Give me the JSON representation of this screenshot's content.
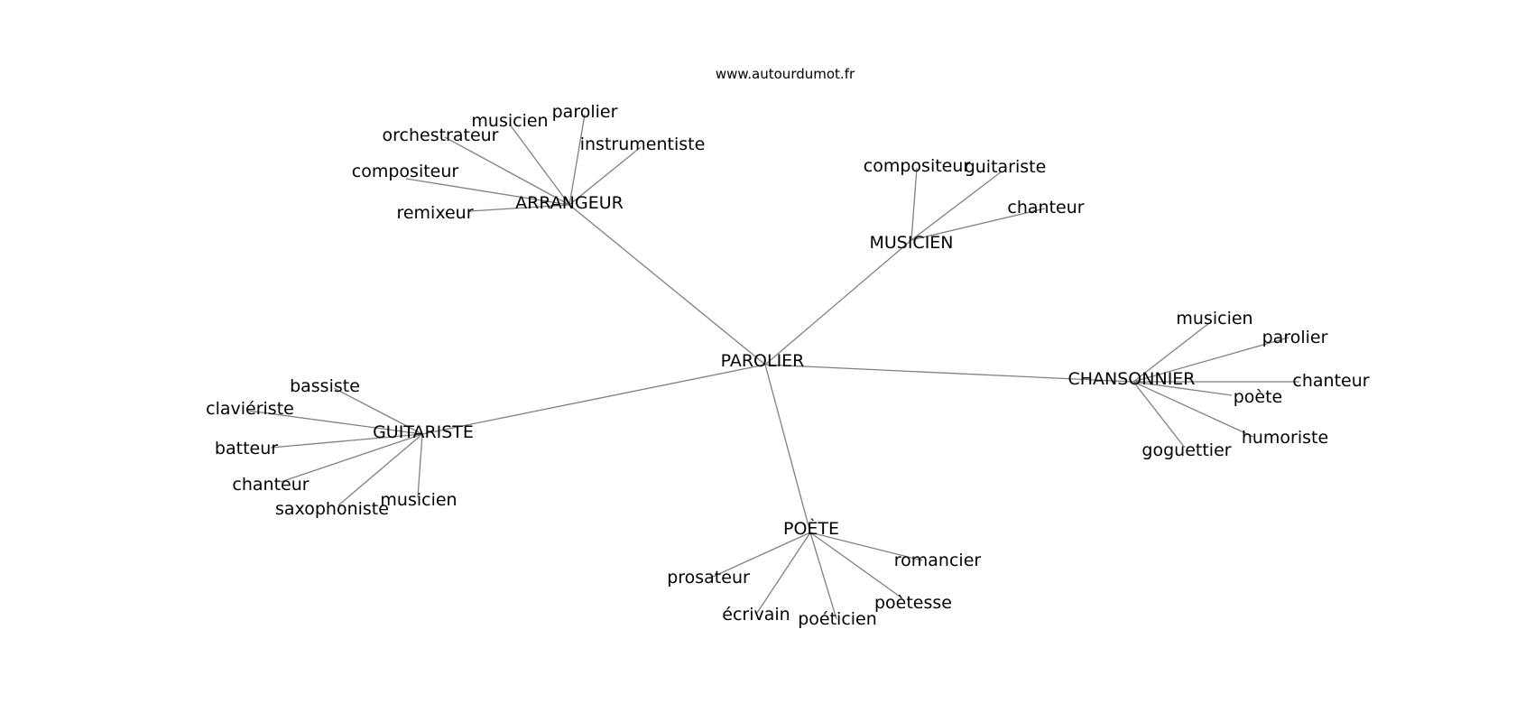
{
  "source": "www.autourdumot.fr",
  "center": "PAROLIER",
  "hubs": [
    {
      "label": "ARRANGEUR",
      "leaves": [
        "musicien",
        "parolier",
        "instrumentiste",
        "orchestrateur",
        "compositeur",
        "remixeur"
      ]
    },
    {
      "label": "MUSICIEN",
      "leaves": [
        "compositeur",
        "guitariste",
        "chanteur"
      ]
    },
    {
      "label": "CHANSONNIER",
      "leaves": [
        "musicien",
        "parolier",
        "chanteur",
        "poète",
        "humoriste",
        "goguettier"
      ]
    },
    {
      "label": "GUITARISTE",
      "leaves": [
        "bassiste",
        "claviériste",
        "batteur",
        "chanteur",
        "saxophoniste",
        "musicien"
      ]
    },
    {
      "label": "POÈTE",
      "leaves": [
        "prosateur",
        "écrivain",
        "poéticien",
        "poètesse",
        "romancier"
      ]
    }
  ],
  "colors": {
    "edge": "#808080",
    "text": "#000000",
    "background": "#ffffff"
  }
}
